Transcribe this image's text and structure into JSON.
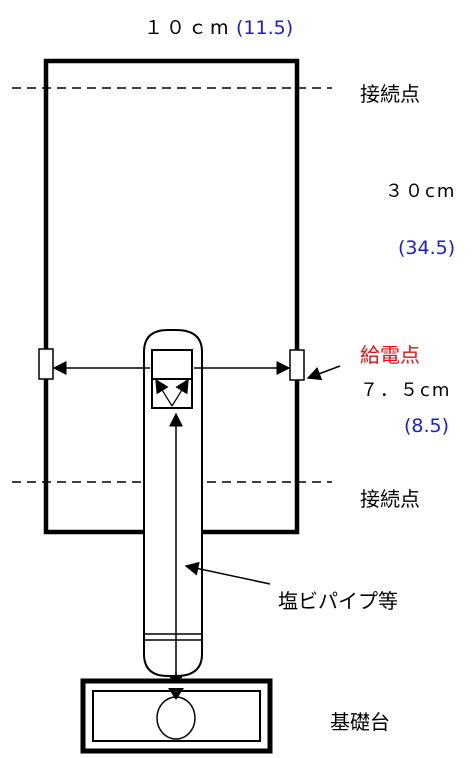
{
  "dimensions": {
    "top_width": "１０ｃm",
    "top_width_alt": "(11.5)",
    "height": "３０cm",
    "height_alt": "(34.5)",
    "feed_gap": "７．５cm",
    "feed_gap_alt": "(8.5)"
  },
  "labels": {
    "connection_point_upper": "接続点",
    "connection_point_lower": "接続点",
    "feed_point": "給電点",
    "pipe": "塩ビパイプ等",
    "base": "基礎台"
  },
  "colors": {
    "alt_value": "#1a1adc",
    "feed_point": "#e01010",
    "line": "#000000"
  }
}
